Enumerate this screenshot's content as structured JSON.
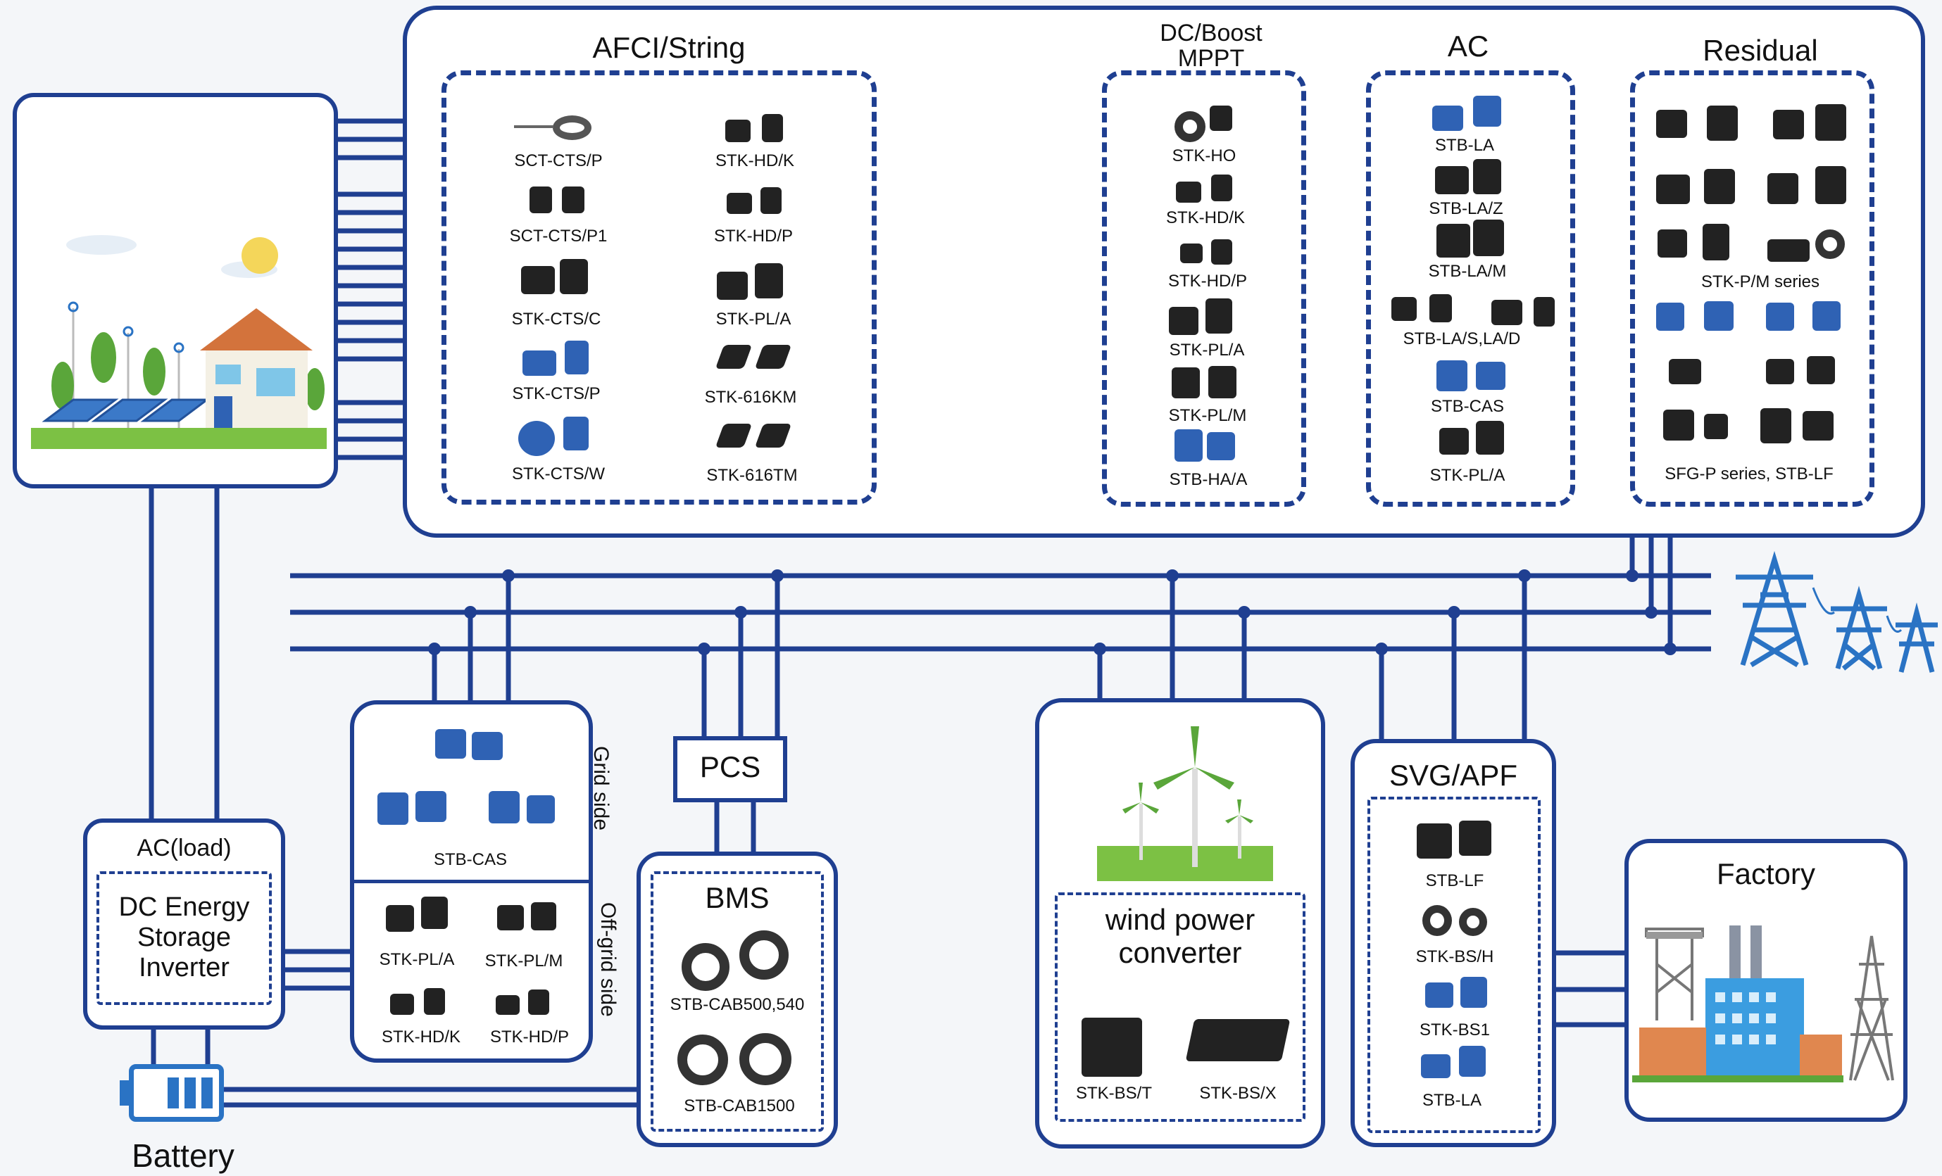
{
  "groups": {
    "afci": {
      "title": "AFCI/String",
      "items": [
        "SCT-CTS/P",
        "SCT-CTS/P1",
        "STK-CTS/C",
        "STK-CTS/P",
        "STK-CTS/W",
        "STK-HD/K",
        "STK-HD/P",
        "STK-PL/A",
        "STK-616KM",
        "STK-616TM"
      ]
    },
    "dcboost": {
      "title_1": "DC/Boost",
      "title_2": "MPPT",
      "items": [
        "STK-HO",
        "STK-HD/K",
        "STK-HD/P",
        "STK-PL/A",
        "STK-PL/M",
        "STB-HA/A"
      ]
    },
    "ac": {
      "title": "AC",
      "items": [
        "STB-LA",
        "STB-LA/Z",
        "STB-LA/M",
        "STB-LA/S,LA/D",
        "STB-CAS",
        "STK-PL/A"
      ]
    },
    "residual": {
      "title": "Residual",
      "items": [
        "STK-P/M series",
        "SFG-P series, STB-LF"
      ]
    }
  },
  "inverter": {
    "header": "AC(load)",
    "line1": "DC Energy",
    "line2": "Storage",
    "line3": "Inverter"
  },
  "battery": {
    "label": "Battery"
  },
  "grid_block": {
    "grid_side": "Grid side",
    "off_grid_side": "Off-grid side",
    "grid_item": "STB-CAS",
    "off_items": [
      "STK-PL/A",
      "STK-PL/M",
      "STK-HD/K",
      "STK-HD/P"
    ]
  },
  "pcs": {
    "label": "PCS"
  },
  "bms": {
    "title": "BMS",
    "items": [
      "STB-CAB500,540",
      "STB-CAB1500"
    ]
  },
  "wind": {
    "title_1": "wind power",
    "title_2": "converter",
    "items": [
      "STK-BS/T",
      "STK-BS/X"
    ]
  },
  "svg_apf": {
    "title": "SVG/APF",
    "items": [
      "STB-LF",
      "STK-BS/H",
      "STK-BS1",
      "STB-LA"
    ]
  },
  "factory": {
    "title": "Factory"
  },
  "colors": {
    "line": "#1f3f91",
    "component_blue": "#2f62b4",
    "component_black": "#222222"
  }
}
